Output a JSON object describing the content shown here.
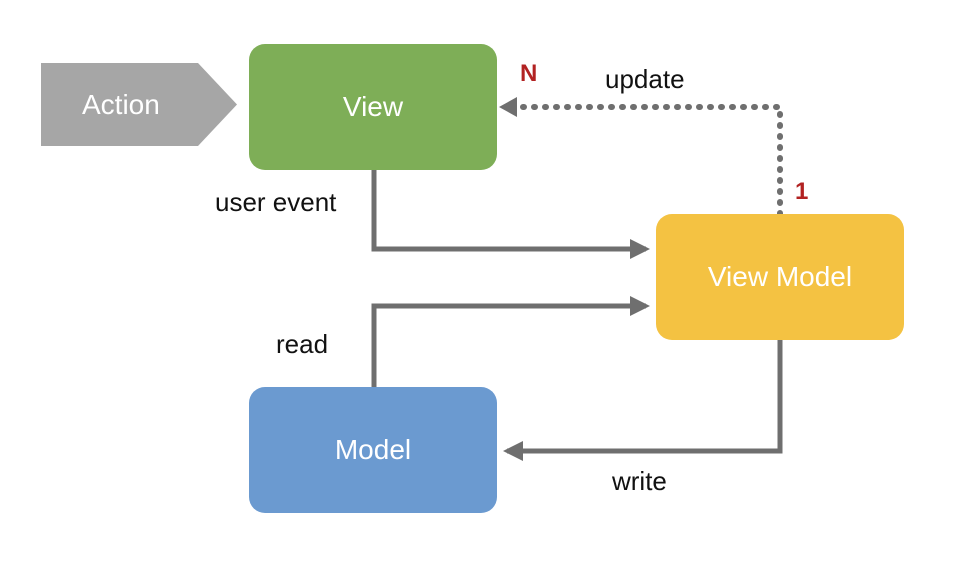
{
  "nodes": {
    "view": "View",
    "view_model": "View Model",
    "model": "Model",
    "action": "Action"
  },
  "edges": {
    "user_event": "user event",
    "read": "read",
    "write": "write",
    "update": "update"
  },
  "multiplicity": {
    "view_side": "N",
    "view_model_side": "1"
  },
  "colors": {
    "view": "#7eae57",
    "view_model": "#f4c242",
    "model": "#6b9ad0",
    "action": "#a6a6a6",
    "arrow": "#6f6f6f",
    "multiplicity": "#b22222"
  }
}
